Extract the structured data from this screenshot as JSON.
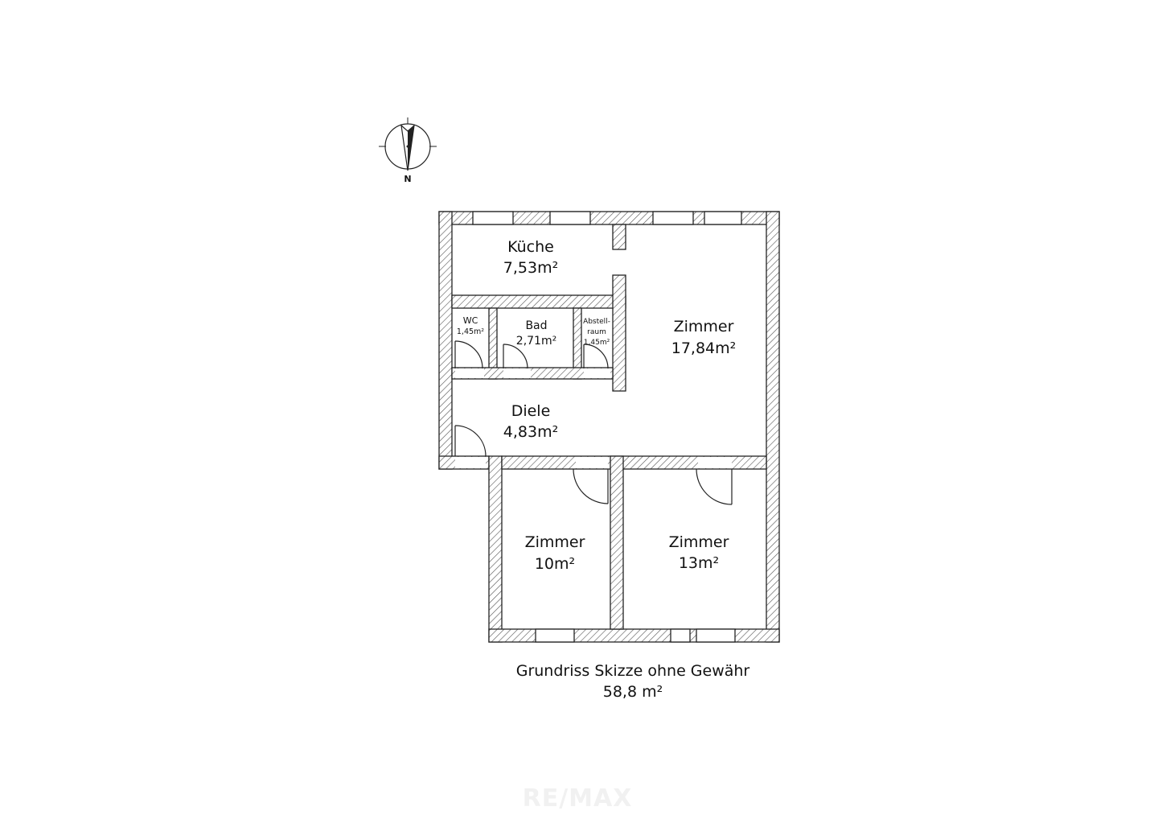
{
  "compass": {
    "label": "N"
  },
  "rooms": {
    "kueche": {
      "name": "Küche",
      "area": "7,53m²"
    },
    "wc": {
      "name": "WC",
      "area": "1,45m²"
    },
    "bad": {
      "name": "Bad",
      "area": "2,71m²"
    },
    "abstellraum": {
      "name_line1": "Abstell-",
      "name_line2": "raum",
      "area": "1,45m²"
    },
    "zimmer_main": {
      "name": "Zimmer",
      "area": "17,84m²"
    },
    "diele": {
      "name": "Diele",
      "area": "4,83m²"
    },
    "zimmer_small": {
      "name": "Zimmer",
      "area": "10m²"
    },
    "zimmer_mid": {
      "name": "Zimmer",
      "area": "13m²"
    }
  },
  "caption": {
    "line1": "Grundriss Skizze ohne Gewähr",
    "line2": "58,8 m²"
  },
  "watermark": {
    "text": "RE/MAX"
  }
}
